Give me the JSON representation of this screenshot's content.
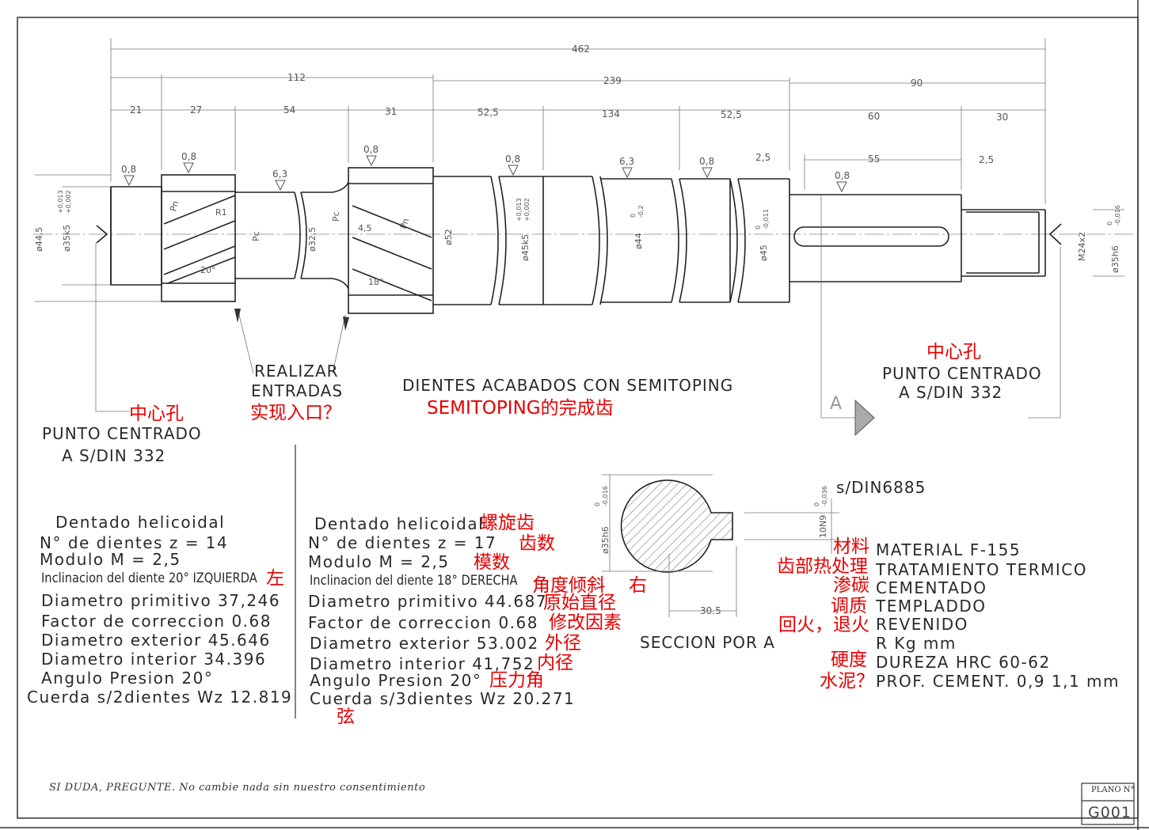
{
  "dimensions": {
    "overall": "462",
    "left_group": "112",
    "middle_group": "239",
    "right_group": "90",
    "d21": "21",
    "d27": "27",
    "d54": "54",
    "d31": "31",
    "d52_5a": "52,5",
    "d134": "134",
    "d52_5b": "52,5",
    "d60": "60",
    "d30": "30",
    "d55": "55",
    "d2_5a": "2,5",
    "d2_5b": "2,5",
    "section_width": "30.5"
  },
  "roughness": {
    "r1": "0,8",
    "r2": "0,8",
    "r3": "6,3",
    "r4": "0,8",
    "r5": "0,8",
    "r6": "6,3",
    "r7": "0,8",
    "r8": "0,8"
  },
  "diameters": {
    "d44_5": "ø44,5",
    "d35k5": "ø35k5",
    "d35k5_tol_up": "+0,013",
    "d35k5_tol_low": "+0,002",
    "d32_5": "ø32,5",
    "d52": "ø52",
    "d45k5": "ø45k5",
    "d45k5_tol_up": "+0,013",
    "d45k5_tol_low": "+0,002",
    "d44": "ø44",
    "d44_tol_up": "0",
    "d44_tol_low": "-0,2",
    "d45": "ø45",
    "d45_tol_up": "0",
    "d45_tol_low": "-0,011",
    "m24": "M24x2",
    "d35h6": "ø35h6",
    "d35h6_tol_up": "0",
    "d35h6_tol_low": "-0,016",
    "sec_d35h6": "ø35h6",
    "sec_tol_up": "0",
    "sec_tol_low": "-0,016",
    "key_10n9": "10N9",
    "key_tol_up": "0",
    "key_tol_low": "-0,036"
  },
  "gear_marks": {
    "pn1": "Pn",
    "r1": "R1",
    "pc1": "Pc",
    "a20": "20°",
    "pc2": "Pc",
    "a4_5": "4,5",
    "pn2": "Pn",
    "a18": "18°"
  },
  "notes": {
    "realizar_1": "REALIZAR",
    "realizar_2": "ENTRADAS",
    "dientes": "DIENTES ACABADOS CON SEMITOPING",
    "center_right_1": "PUNTO CENTRADO",
    "center_right_2": "A S/DIN 332",
    "center_left_1": "PUNTO CENTRADO",
    "center_left_2": "A S/DIN 332",
    "section_mark": "A",
    "din6885": "s/DIN6885",
    "seccion": "SECCION POR A"
  },
  "gear1": {
    "title": "Dentado helicoidal",
    "teeth": "N° de dientes z = 14",
    "module": "Modulo M = 2,5",
    "inclination": "Inclinacion del diente 20° IZQUIERDA",
    "primitive": "Diametro primitivo 37,246",
    "correction": "Factor de correccion 0.68",
    "exterior": "Diametro exterior 45.646",
    "interior": "Diametro interior 34.396",
    "pressure": "Angulo Presion 20°",
    "chord": "Cuerda s/2dientes Wz 12.819"
  },
  "gear2": {
    "title": "Dentado helicoidal",
    "teeth": "N° de dientes z = 17",
    "module": "Modulo M = 2,5",
    "inclination": "Inclinacion del diente 18° DERECHA",
    "primitive": "Diametro primitivo 44.687",
    "correction": "Factor de correccion 0.68",
    "exterior": "Diametro exterior 53.002",
    "interior": "Diametro interior 41,752",
    "pressure": "Angulo Presion 20°",
    "chord": "Cuerda s/3dientes Wz 20.271"
  },
  "material": {
    "material": "MATERIAL F-155",
    "treatment": "TRATAMIENTO TERMICO",
    "cementado": "CEMENTADO",
    "templado": "TEMPLADDO",
    "revenido": "REVENIDO",
    "rkg": "R Kg mm",
    "dureza": "DUREZA HRC 60-62",
    "prof": "PROF. CEMENT. 0,9 1,1 mm"
  },
  "annotations": {
    "center_hole_right": "中心孔",
    "center_hole_left": "中心孔",
    "realize_entry": "实现入口？",
    "semitoping": "SEMITOPING的完成齿",
    "helical": "螺旋齿",
    "teeth": "齿数",
    "module": "模数",
    "left": "左",
    "angle_incline": "角度倾斜",
    "right": "右",
    "primitive": "原始直径",
    "correction": "修改因素",
    "outer": "外径",
    "inner": "内径",
    "pressure": "压力角",
    "chord": "弦",
    "material": "材料",
    "heat_treat": "齿部热处理",
    "carburize": "渗碳",
    "quench": "调质",
    "temper": "回火，退火",
    "hardness": "硬度",
    "cement": "水泥？"
  },
  "footer": {
    "warning": "SI DUDA, PREGUNTE. No cambie nada sin nuestro consentimiento",
    "plano_label": "PLANO N°",
    "plano_number": "G001"
  }
}
